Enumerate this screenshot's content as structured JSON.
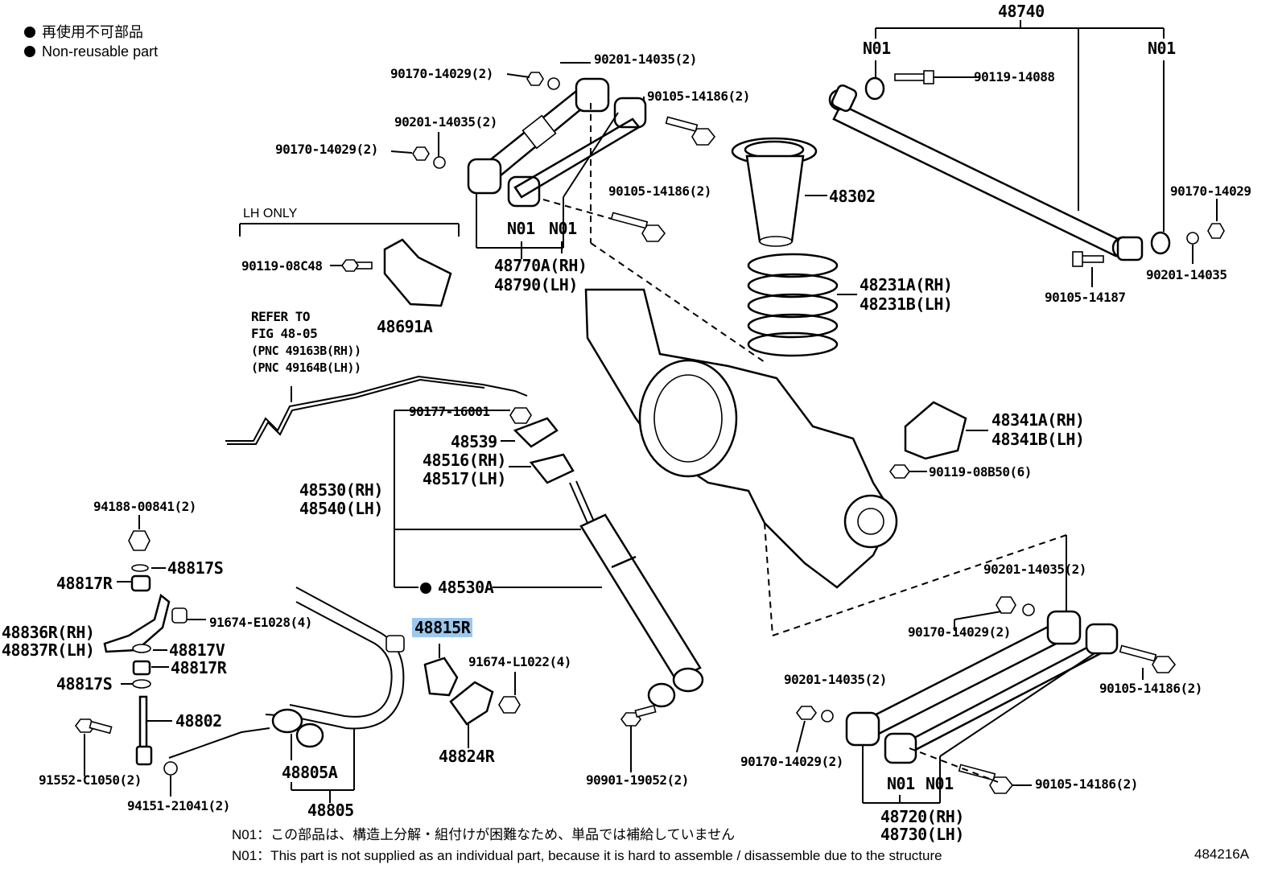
{
  "legend": {
    "jp": "再使用不可部品",
    "en": "Non-reusable part"
  },
  "labels": {
    "p48740": "48740",
    "n01_a": "N01",
    "n01_b": "N01",
    "p90119_14088": "90119-14088",
    "p90170_14029_r": "90170-14029",
    "p90201_14035_r": "90201-14035",
    "p90105_14187": "90105-14187",
    "p90170_14029_a": "90170-14029(2)",
    "p90201_14035_a": "90201-14035(2)",
    "p90105_14186_a": "90105-14186(2)",
    "p90201_14035_b": "90201-14035(2)",
    "p90170_14029_b": "90170-14029(2)",
    "p90105_14186_b": "90105-14186(2)",
    "n01_c": "N01",
    "n01_d": "N01",
    "p48770a": "48770A(RH)",
    "p48790": "48790(LH)",
    "p48302": "48302",
    "p48231a": "48231A(RH)",
    "p48231b": "48231B(LH)",
    "lh_only": "LH ONLY",
    "p90119_08c48": "90119-08C48",
    "p48691a": "48691A",
    "refer1": "REFER TO",
    "refer2": "FIG 48-05",
    "refer3": "(PNC 49163B(RH))",
    "refer4": "(PNC 49164B(LH))",
    "p90177_16001": "90177-16001",
    "p48539": "48539",
    "p48516": "48516(RH)",
    "p48517": "48517(LH)",
    "p48530": "48530(RH)",
    "p48540": "48540(LH)",
    "p48530a": "48530A",
    "p48341a": "48341A(RH)",
    "p48341b": "48341B(LH)",
    "p90119_08b50": "90119-08B50(6)",
    "p94188": "94188-00841(2)",
    "p48817s_a": "48817S",
    "p48817r_a": "48817R",
    "p91674_e1028": "91674-E1028(4)",
    "p48836r": "48836R(RH)",
    "p48837r": "48837R(LH)",
    "p48817v": "48817V",
    "p48817r_b": "48817R",
    "p48817s_b": "48817S",
    "p48802": "48802",
    "p91552": "91552-C1050(2)",
    "p94151": "94151-21041(2)",
    "p48805a": "48805A",
    "p48805": "48805",
    "p48815r": "48815R",
    "p91674_l1022": "91674-L1022(4)",
    "p48824r": "48824R",
    "p90901": "90901-19052(2)",
    "p90201_14035_c": "90201-14035(2)",
    "p90170_14029_c": "90170-14029(2)",
    "p90105_14186_c": "90105-14186(2)",
    "p90201_14035_d": "90201-14035(2)",
    "p90170_14029_d": "90170-14029(2)",
    "p90105_14186_d": "90105-14186(2)",
    "n01_e": "N01",
    "n01_f": "N01",
    "p48720": "48720(RH)",
    "p48730": "48730(LH)"
  },
  "notes": {
    "jp": "N01：この部品は、構造上分解・組付けが困難なため、単品では補給していません",
    "en": "N01：This part is not supplied as an individual part, because it is hard to assemble / disassemble due to the structure"
  },
  "figure_id": "484216A",
  "highlight_color": "#9cc7ee"
}
